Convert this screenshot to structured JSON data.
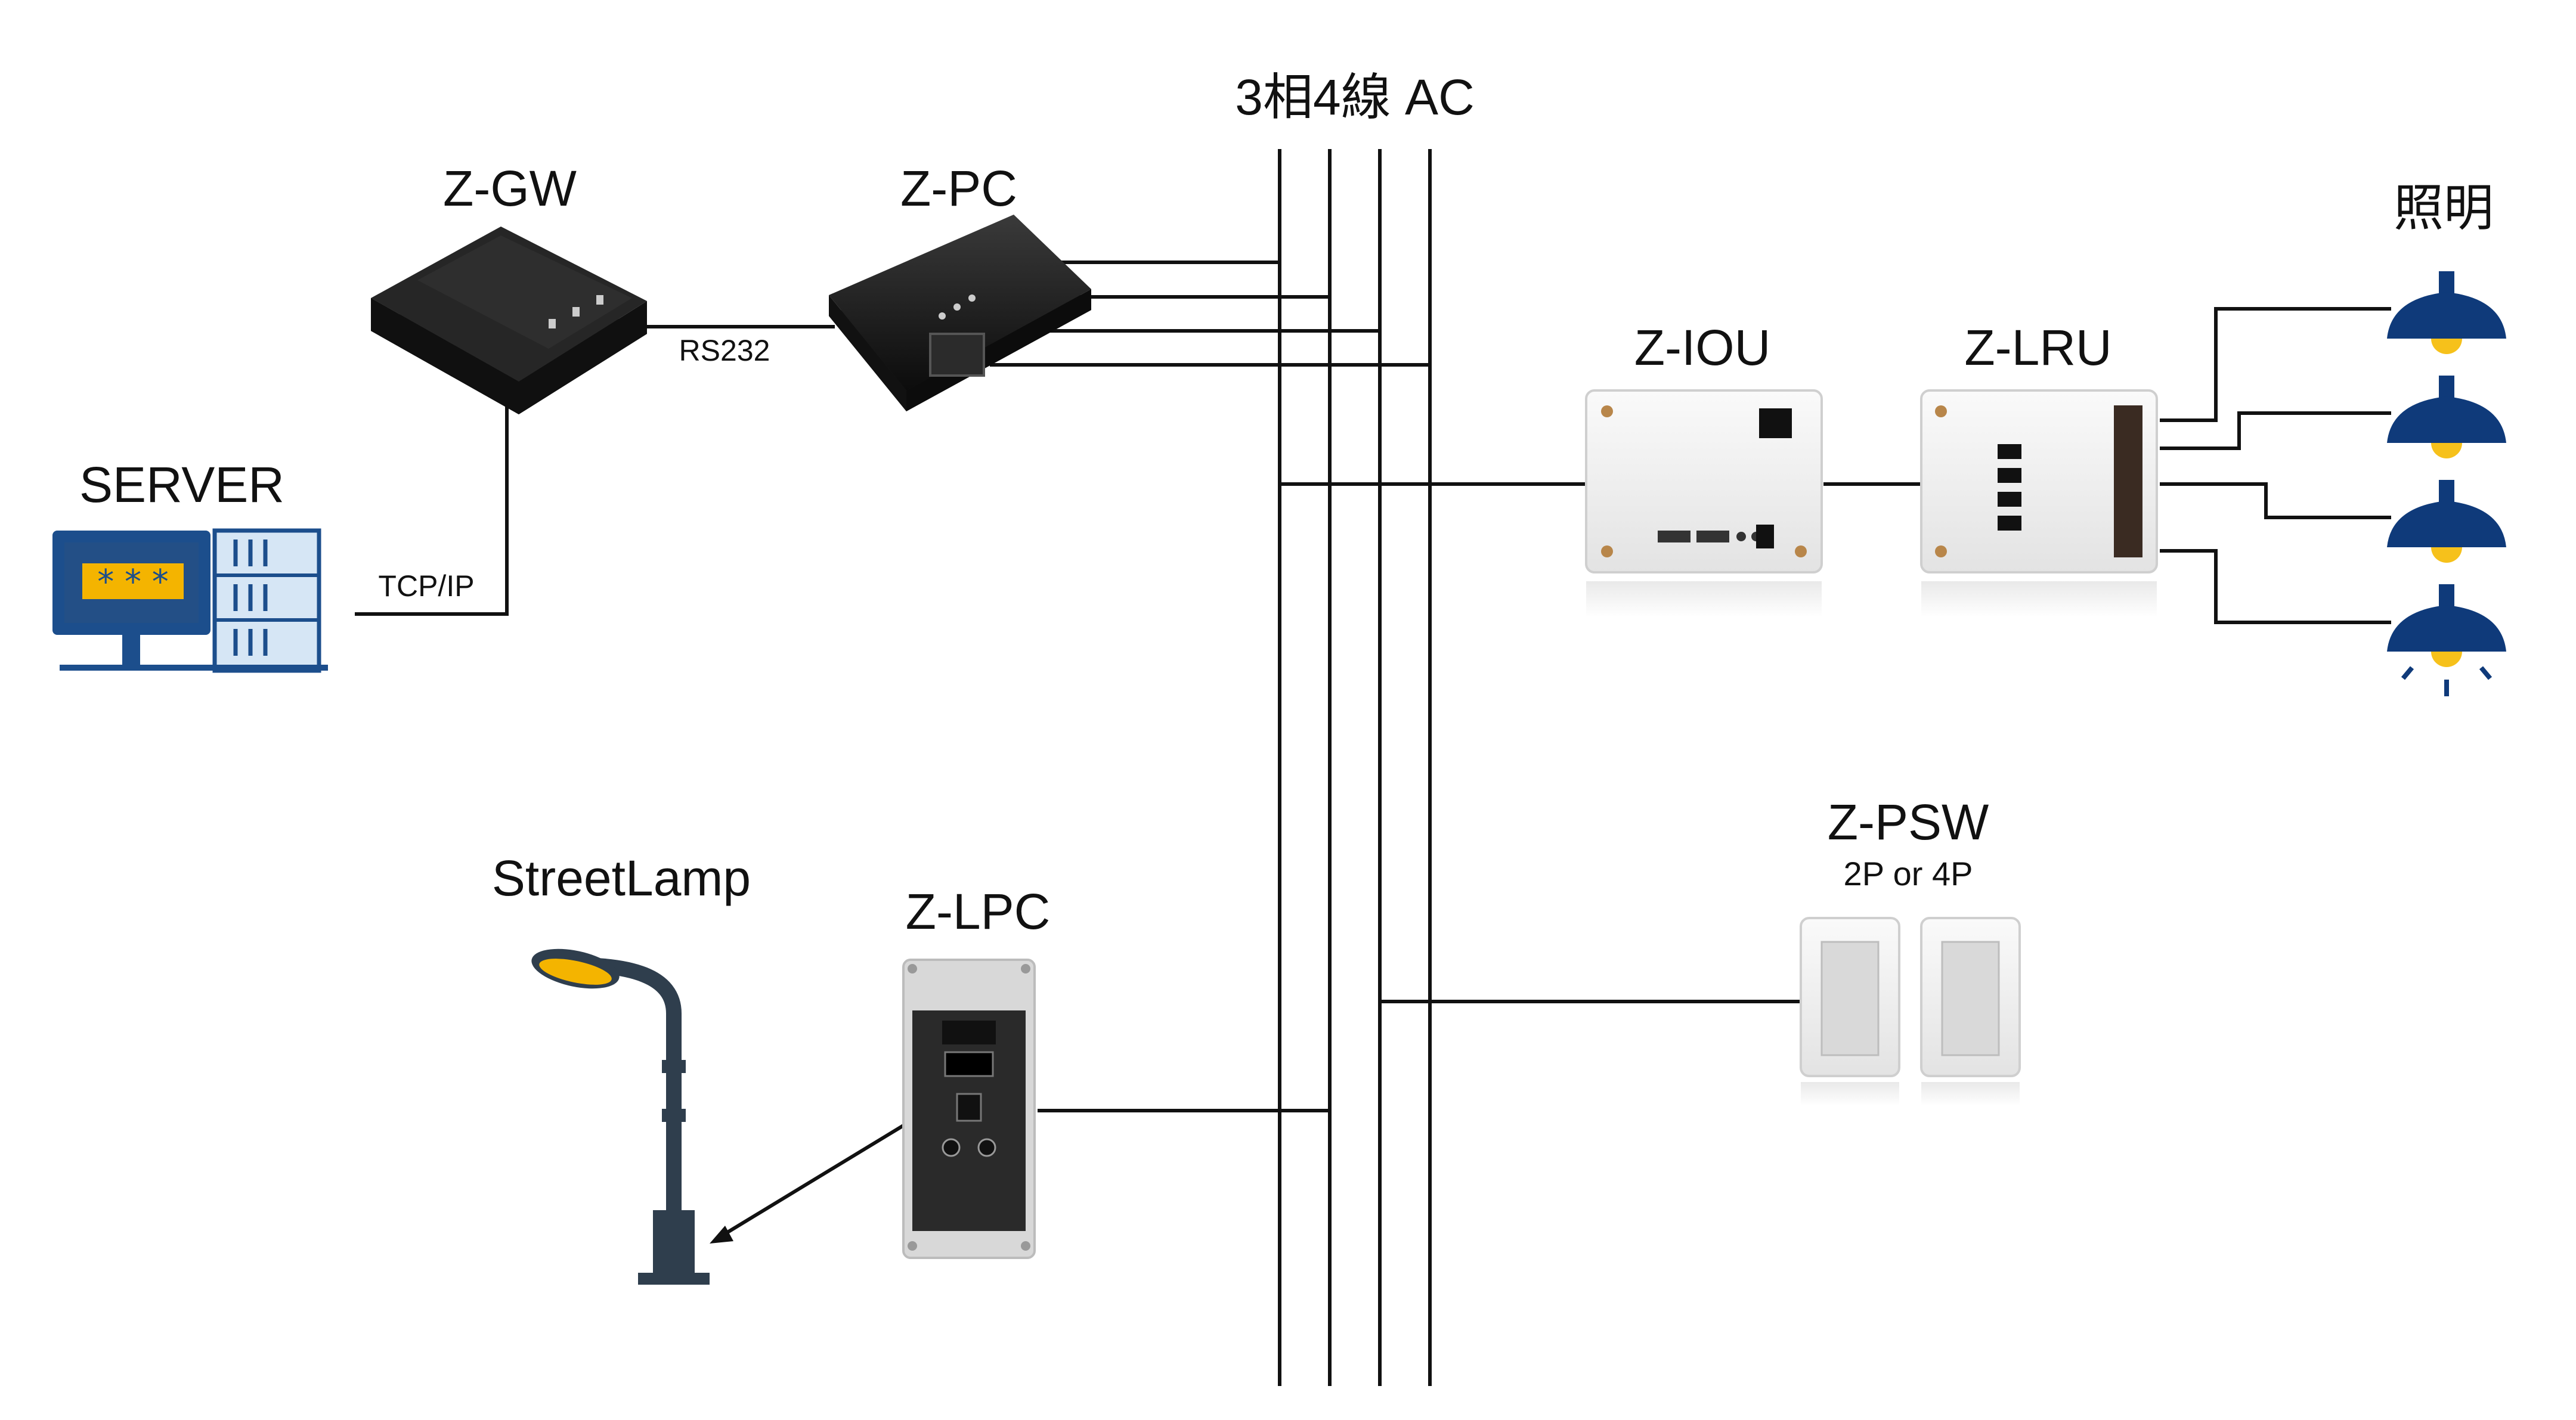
{
  "title": "3相4線 AC",
  "devices": {
    "gateway": "Z-GW",
    "power_controller": "Z-PC",
    "io_unit": "Z-IOU",
    "lighting_relay": "Z-LRU",
    "lighting": "照明",
    "server": "SERVER",
    "panel_switch": "Z-PSW",
    "panel_switch_note": "2P or 4P",
    "streetlamp": "StreetLamp",
    "lamp_controller": "Z-LPC"
  },
  "connections": {
    "gw_pc": "RS232",
    "server_gw": "TCP/IP"
  },
  "colors": {
    "line": "#111111",
    "device_black": "#1b1b1b",
    "device_white": "#f1f1f1",
    "lamp_shade": "#0f3a7a",
    "lamp_bulb": "#f6c11b",
    "server_blue": "#1c4e8c",
    "server_screen": "#f4b400"
  }
}
